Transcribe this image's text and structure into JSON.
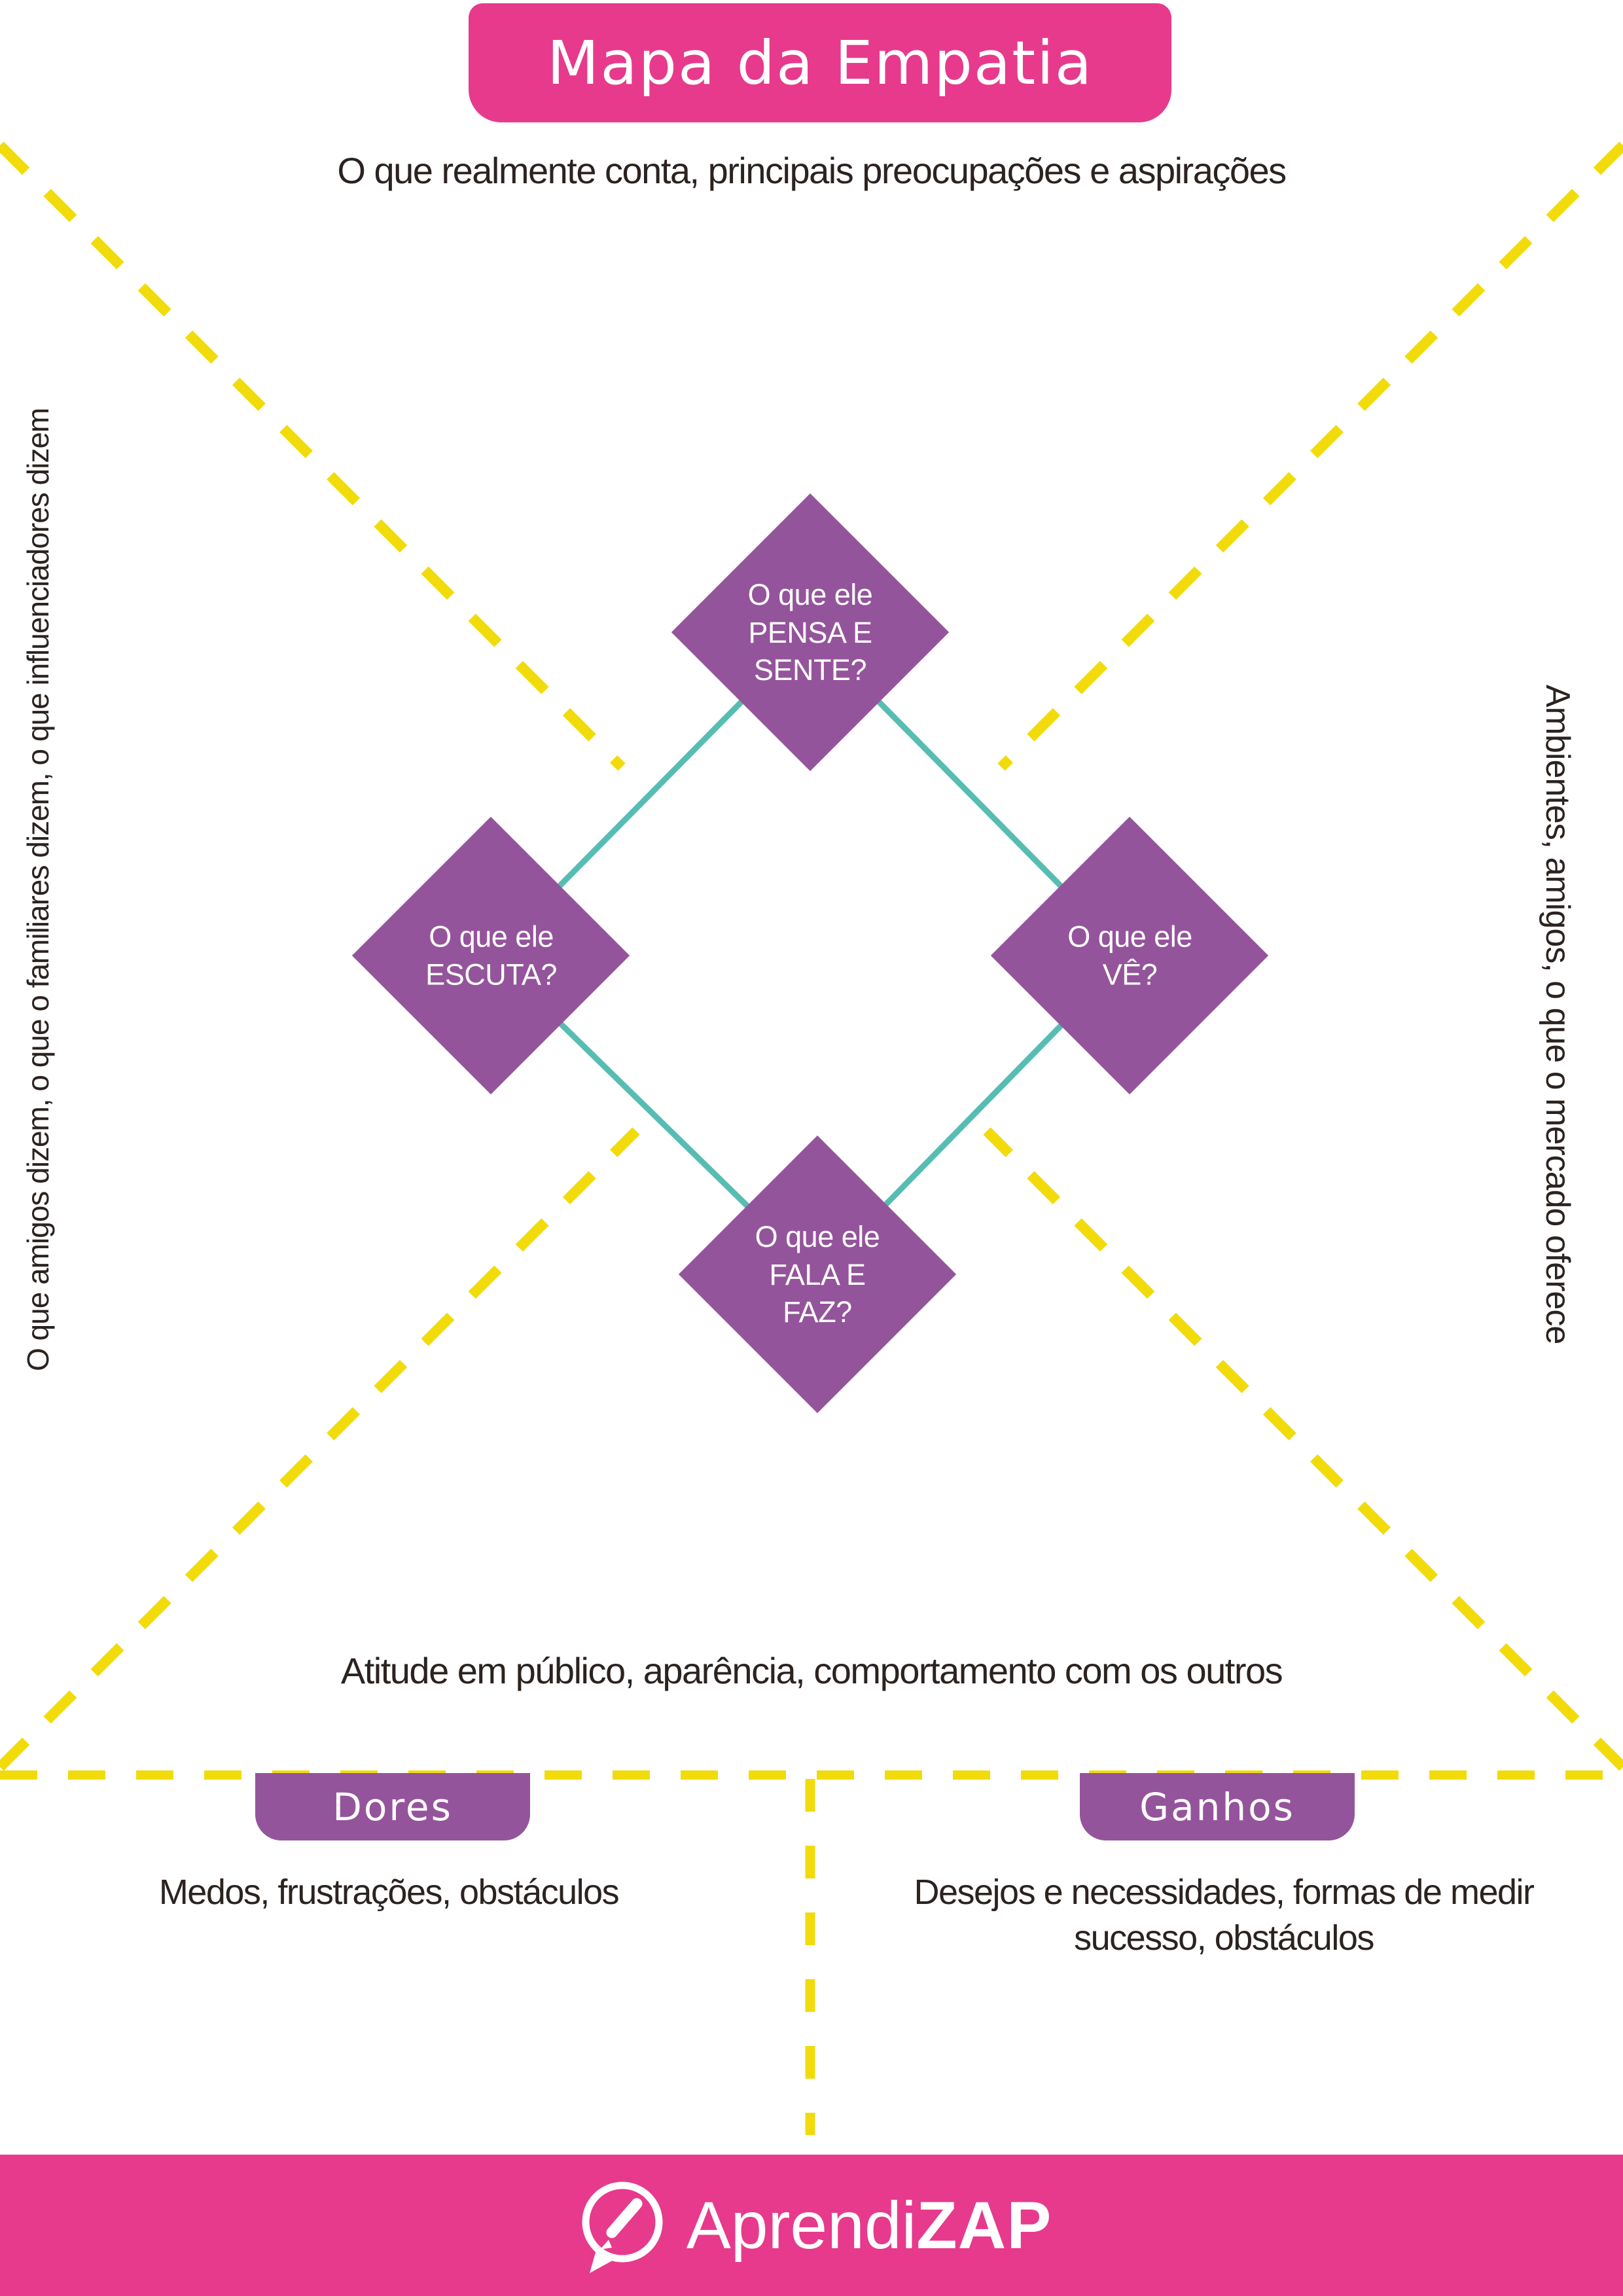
{
  "title": "Mapa da Empatia",
  "notes": {
    "top": "O que realmente conta, principais preocupações e aspirações",
    "left": "O que amigos dizem, o que o familiares dizem, o que influenciadores dizem",
    "right": "Ambientes, amigos, o que o mercado oferece",
    "bottom": "Atitude em público, aparência, comportamento com os outros"
  },
  "diamonds": {
    "think": {
      "lines": [
        "O que ele",
        "PENSA E",
        "SENTE?"
      ]
    },
    "hear": {
      "lines": [
        "O que ele",
        "ESCUTA?"
      ]
    },
    "see": {
      "lines": [
        "O que ele",
        "VÊ?"
      ]
    },
    "say": {
      "lines": [
        "O que ele",
        "FALA E",
        "FAZ?"
      ]
    }
  },
  "pains": {
    "label": "Dores",
    "description": "Medos, frustrações, obstáculos"
  },
  "gains": {
    "label": "Ganhos",
    "description": "Desejos e necessidades, formas de medir sucesso, obstáculos"
  },
  "footer": {
    "brand_regular": "Aprendi",
    "brand_bold": "ZAP",
    "logo_icon": "pencil-speech-bubble-icon"
  },
  "colors": {
    "pink": "#e73a8c",
    "purple": "#94549b",
    "teal": "#57bdb3",
    "yellow": "#f2db0b",
    "ink": "#2b2320"
  }
}
